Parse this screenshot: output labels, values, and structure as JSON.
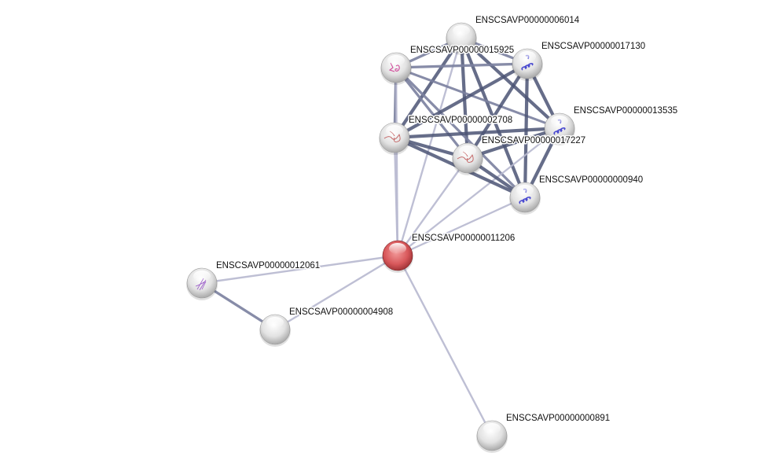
{
  "nodes": [
    {
      "id": "ENSCSAVP00000006014",
      "query": false,
      "structure": "none"
    },
    {
      "id": "ENSCSAVP00000015925",
      "query": false,
      "structure": "mixed"
    },
    {
      "id": "ENSCSAVP00000017130",
      "query": false,
      "structure": "helix"
    },
    {
      "id": "ENSCSAVP00000013535",
      "query": false,
      "structure": "helix"
    },
    {
      "id": "ENSCSAVP00000002708",
      "query": false,
      "structure": "coil"
    },
    {
      "id": "ENSCSAVP00000017227",
      "query": false,
      "structure": "coil"
    },
    {
      "id": "ENSCSAVP00000000940",
      "query": false,
      "structure": "helix"
    },
    {
      "id": "ENSCSAVP00000011206",
      "query": true,
      "structure": "none"
    },
    {
      "id": "ENSCSAVP00000012061",
      "query": false,
      "structure": "sheet"
    },
    {
      "id": "ENSCSAVP00000004908",
      "query": false,
      "structure": "none"
    },
    {
      "id": "ENSCSAVP00000000891",
      "query": false,
      "structure": "none"
    }
  ],
  "edges": [
    {
      "source": "ENSCSAVP00000006014",
      "target": "ENSCSAVP00000015925",
      "weight": 0.6
    },
    {
      "source": "ENSCSAVP00000006014",
      "target": "ENSCSAVP00000017130",
      "weight": 0.6
    },
    {
      "source": "ENSCSAVP00000006014",
      "target": "ENSCSAVP00000002708",
      "weight": 0.9
    },
    {
      "source": "ENSCSAVP00000006014",
      "target": "ENSCSAVP00000017227",
      "weight": 0.9
    },
    {
      "source": "ENSCSAVP00000006014",
      "target": "ENSCSAVP00000000940",
      "weight": 0.9
    },
    {
      "source": "ENSCSAVP00000006014",
      "target": "ENSCSAVP00000013535",
      "weight": 0.9
    },
    {
      "source": "ENSCSAVP00000006014",
      "target": "ENSCSAVP00000011206",
      "weight": 0.3
    },
    {
      "source": "ENSCSAVP00000015925",
      "target": "ENSCSAVP00000017130",
      "weight": 0.6
    },
    {
      "source": "ENSCSAVP00000015925",
      "target": "ENSCSAVP00000002708",
      "weight": 0.6
    },
    {
      "source": "ENSCSAVP00000015925",
      "target": "ENSCSAVP00000017227",
      "weight": 0.6
    },
    {
      "source": "ENSCSAVP00000015925",
      "target": "ENSCSAVP00000013535",
      "weight": 0.5
    },
    {
      "source": "ENSCSAVP00000015925",
      "target": "ENSCSAVP00000000940",
      "weight": 0.6
    },
    {
      "source": "ENSCSAVP00000017130",
      "target": "ENSCSAVP00000002708",
      "weight": 0.9
    },
    {
      "source": "ENSCSAVP00000017130",
      "target": "ENSCSAVP00000017227",
      "weight": 0.9
    },
    {
      "source": "ENSCSAVP00000017130",
      "target": "ENSCSAVP00000013535",
      "weight": 0.9
    },
    {
      "source": "ENSCSAVP00000017130",
      "target": "ENSCSAVP00000000940",
      "weight": 0.9
    },
    {
      "source": "ENSCSAVP00000013535",
      "target": "ENSCSAVP00000002708",
      "weight": 0.9
    },
    {
      "source": "ENSCSAVP00000013535",
      "target": "ENSCSAVP00000017227",
      "weight": 0.9
    },
    {
      "source": "ENSCSAVP00000013535",
      "target": "ENSCSAVP00000000940",
      "weight": 0.9
    },
    {
      "source": "ENSCSAVP00000013535",
      "target": "ENSCSAVP00000011206",
      "weight": 0.25
    },
    {
      "source": "ENSCSAVP00000002708",
      "target": "ENSCSAVP00000017227",
      "weight": 0.9
    },
    {
      "source": "ENSCSAVP00000002708",
      "target": "ENSCSAVP00000000940",
      "weight": 0.9
    },
    {
      "source": "ENSCSAVP00000002708",
      "target": "ENSCSAVP00000011206",
      "weight": 0.3
    },
    {
      "source": "ENSCSAVP00000017227",
      "target": "ENSCSAVP00000000940",
      "weight": 0.9
    },
    {
      "source": "ENSCSAVP00000017227",
      "target": "ENSCSAVP00000011206",
      "weight": 0.3
    },
    {
      "source": "ENSCSAVP00000000940",
      "target": "ENSCSAVP00000011206",
      "weight": 0.25
    },
    {
      "source": "ENSCSAVP00000015925",
      "target": "ENSCSAVP00000011206",
      "weight": 0.25
    },
    {
      "source": "ENSCSAVP00000011206",
      "target": "ENSCSAVP00000012061",
      "weight": 0.3
    },
    {
      "source": "ENSCSAVP00000011206",
      "target": "ENSCSAVP00000004908",
      "weight": 0.3
    },
    {
      "source": "ENSCSAVP00000011206",
      "target": "ENSCSAVP00000000891",
      "weight": 0.3
    },
    {
      "source": "ENSCSAVP00000012061",
      "target": "ENSCSAVP00000004908",
      "weight": 0.6
    }
  ],
  "colors": {
    "query_node": "#d9595c",
    "node": "#e4e4e4",
    "edge_strong": "#4b5374",
    "edge_weak": "#b7b8cf"
  }
}
